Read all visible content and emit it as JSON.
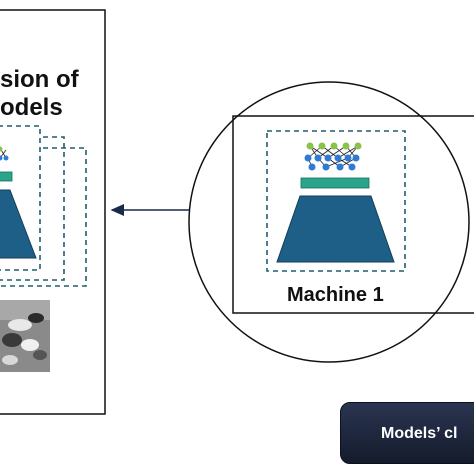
{
  "left_panel": {
    "title_line1": "sion of",
    "title_line2": "odels"
  },
  "machine": {
    "label": "Machine 1"
  },
  "clients_button": {
    "label": "Models’ cl"
  },
  "colors": {
    "trapezoid": "#1d5f86",
    "bar": "#2aa58a",
    "node_green": "#8bc34a",
    "node_blue": "#2e7bd6",
    "outline": "#111111",
    "dashed": "#1f5f6e",
    "button": "#1c2438"
  }
}
